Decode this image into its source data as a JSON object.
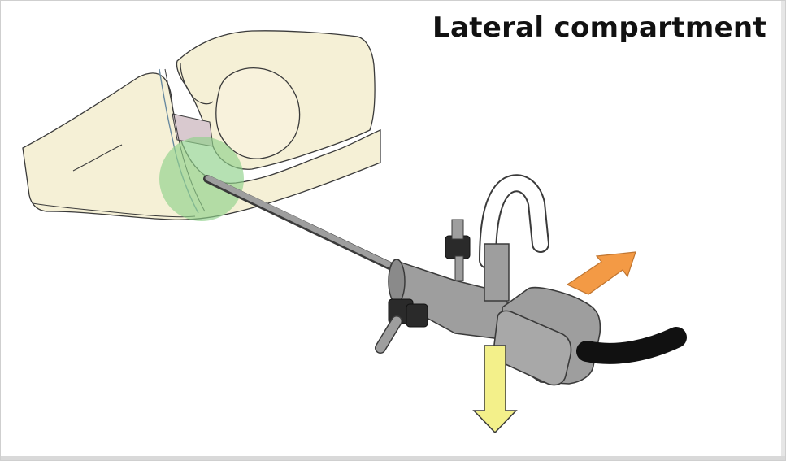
{
  "title": "Lateral compartment",
  "colors": {
    "bone_fill": "#f5f0d6",
    "bone_stroke": "#3a3a3a",
    "cartilage": "#d9c9cf",
    "focus_circle": "#8fd18a",
    "scope_body": "#9e9e9e",
    "scope_shadow": "#7a7a7a",
    "cable": "#111111",
    "arrow_yellow": "#f3f08a",
    "arrow_orange": "#f39a45"
  },
  "elements": {
    "femoral_condyle": "bone",
    "tibia": "bone",
    "arthroscope_shaft": "shaft",
    "camera_head": "camera",
    "light_cable": "cable",
    "inflow_valve_upper": "valve",
    "inflow_valve_lower": "valve",
    "down_arrow": "arrow",
    "right_arrow": "arrow"
  }
}
